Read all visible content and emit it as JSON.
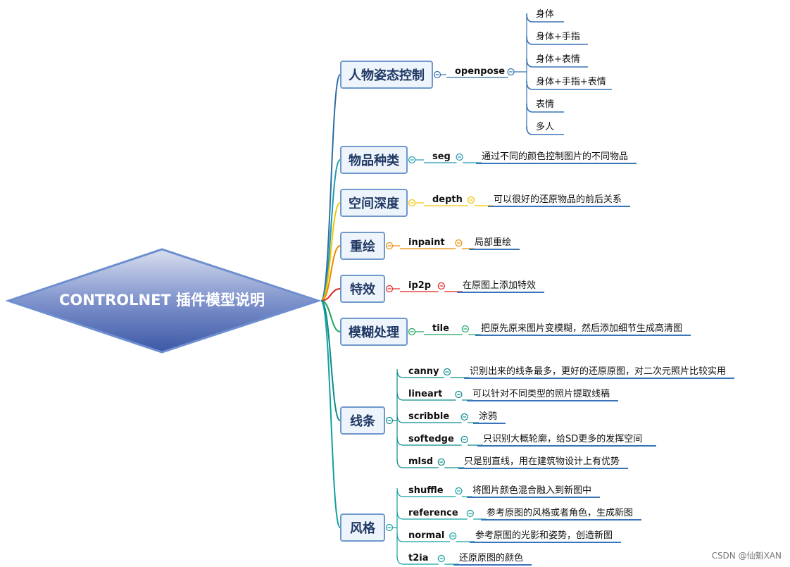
{
  "root": {
    "title": "CONTROLNET 插件模型说明"
  },
  "watermark": "CSDN @仙魁XAN",
  "categories": [
    {
      "label": "人物姿态控制",
      "color": "#2f6fa6",
      "items": [
        {
          "name": "openpose",
          "desc": "",
          "subs": [
            "身体",
            "身体+手指",
            "身体+表情",
            "身体+手指+表情",
            "表情",
            "多人"
          ]
        }
      ]
    },
    {
      "label": "物品种类",
      "color": "#1f9bb0",
      "items": [
        {
          "name": "seg",
          "desc": "通过不同的颜色控制图片的不同物品"
        }
      ]
    },
    {
      "label": "空间深度",
      "color": "#f2c400",
      "items": [
        {
          "name": "depth",
          "desc": "可以很好的还原物品的前后关系"
        }
      ]
    },
    {
      "label": "重绘",
      "color": "#ef8a00",
      "items": [
        {
          "name": "inpaint",
          "desc": "局部重绘"
        }
      ]
    },
    {
      "label": "特效",
      "color": "#e32222",
      "items": [
        {
          "name": "ip2p",
          "desc": "在原图上添加特效"
        }
      ]
    },
    {
      "label": "模糊处理",
      "color": "#1aa55a",
      "items": [
        {
          "name": "tile",
          "desc": "把原先原来图片变模糊，然后添加细节生成高清图"
        }
      ]
    },
    {
      "label": "线条",
      "color": "#0a8a8a",
      "items": [
        {
          "name": "canny",
          "desc": "识别出来的线条最多，更好的还原原图，对二次元照片比较实用"
        },
        {
          "name": "lineart",
          "desc": "可以针对不同类型的照片提取线稿"
        },
        {
          "name": "scribble",
          "desc": "涂鸦"
        },
        {
          "name": "softedge",
          "desc": "只识别大概轮廓，给SD更多的发挥空间"
        },
        {
          "name": "mlsd",
          "desc": "只是别直线，用在建筑物设计上有优势"
        }
      ]
    },
    {
      "label": "风格",
      "color": "#12a0a0",
      "items": [
        {
          "name": "shuffle",
          "desc": "将图片颜色混合融入到新图中"
        },
        {
          "name": "reference",
          "desc": "参考原图的风格或者角色，生成新图"
        },
        {
          "name": "normal",
          "desc": "参考原图的光影和姿势，创造新图"
        },
        {
          "name": "t2ia",
          "desc": "还原原图的颜色"
        }
      ]
    }
  ]
}
